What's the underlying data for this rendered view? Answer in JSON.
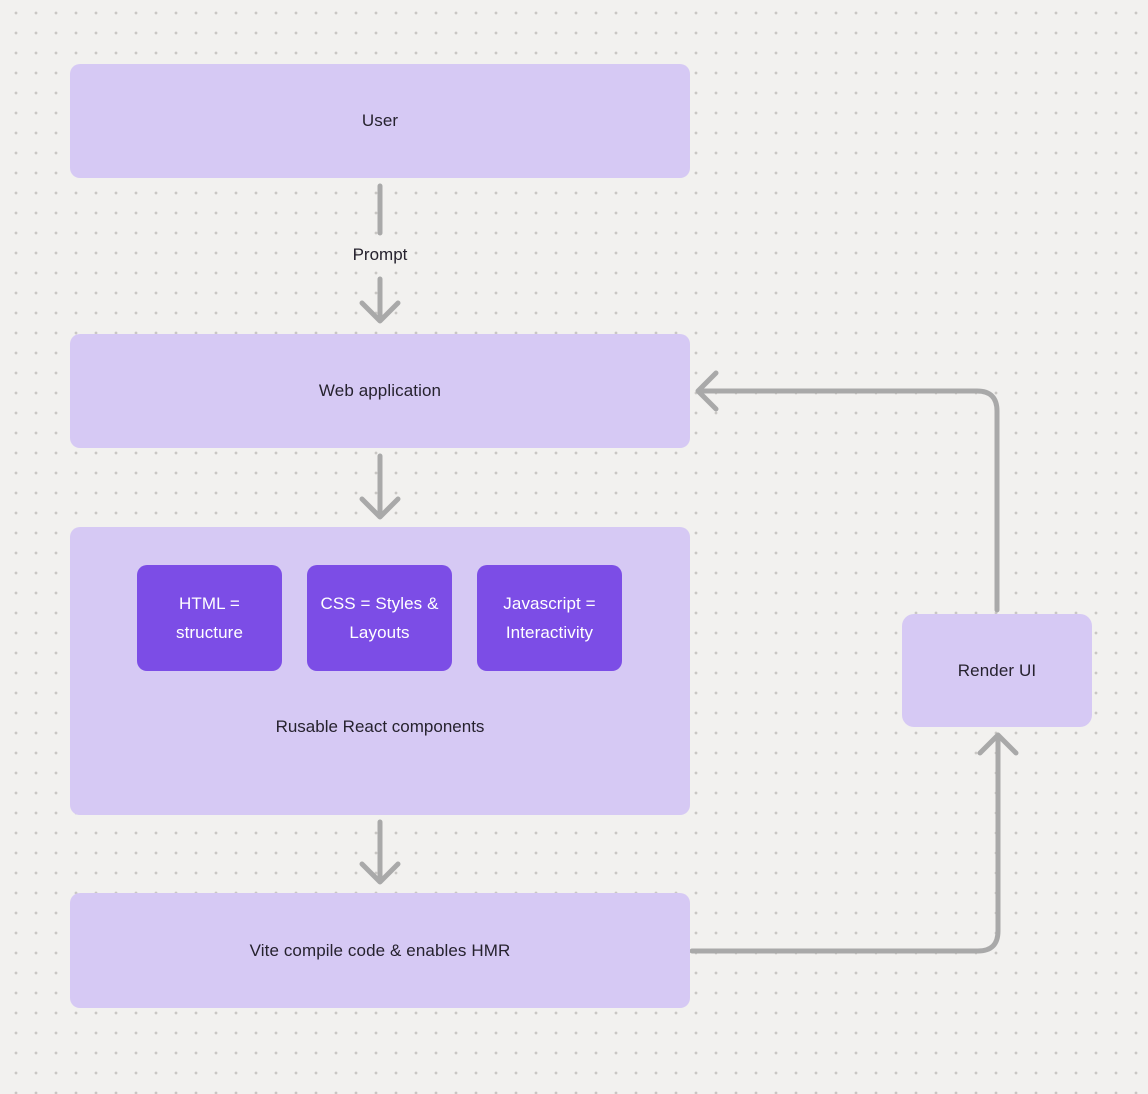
{
  "colors": {
    "background": "#f2f1ef",
    "dot": "#c9c7c4",
    "node_fill": "#d6c9f4",
    "chip_fill": "#7c4de6",
    "chip_text": "#ffffff",
    "text": "#26222e",
    "connector": "#a9a9a9"
  },
  "nodes": {
    "user": {
      "label": "User"
    },
    "web_application": {
      "label": "Web application"
    },
    "components_group": {
      "caption": "Rusable React components",
      "children": [
        {
          "label": "HTML = structure"
        },
        {
          "label": "CSS = Styles & Layouts"
        },
        {
          "label": "Javascript = Interactivity"
        }
      ]
    },
    "vite": {
      "label": "Vite compile code & enables HMR"
    },
    "render_ui": {
      "label": "Render UI"
    }
  },
  "edges": {
    "prompt": {
      "label": "Prompt"
    }
  }
}
